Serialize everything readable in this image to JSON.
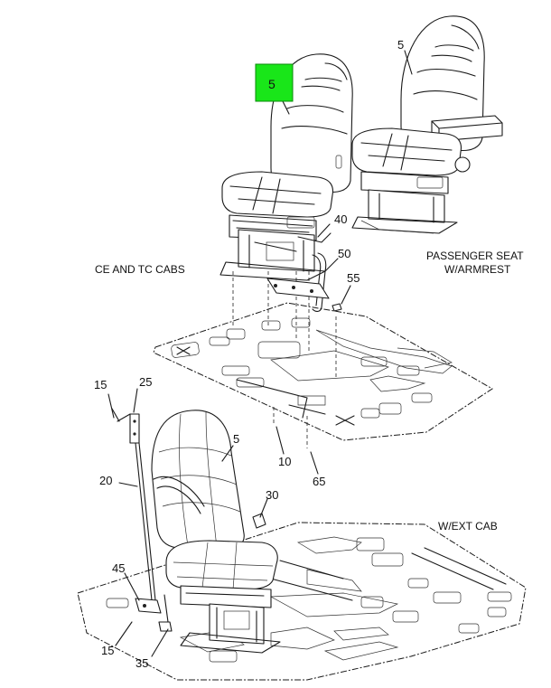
{
  "captions": {
    "ce_tc_cabs": "CE AND TC CABS",
    "passenger_line1": "PASSENGER SEAT",
    "passenger_line2": "W/ARMREST",
    "ext_cab": "W/EXT CAB"
  },
  "callouts": {
    "seat_highlighted": "5",
    "seat_passenger": "5",
    "seat_ext": "5",
    "c40": "40",
    "c50": "50",
    "c55": "55",
    "c10": "10",
    "c65": "65",
    "c15_top": "15",
    "c25": "25",
    "c20": "20",
    "c30": "30",
    "c45": "45",
    "c15_bottom": "15",
    "c35": "35"
  },
  "colors": {
    "highlight": "#19e619",
    "line": "#1a1a1a"
  }
}
